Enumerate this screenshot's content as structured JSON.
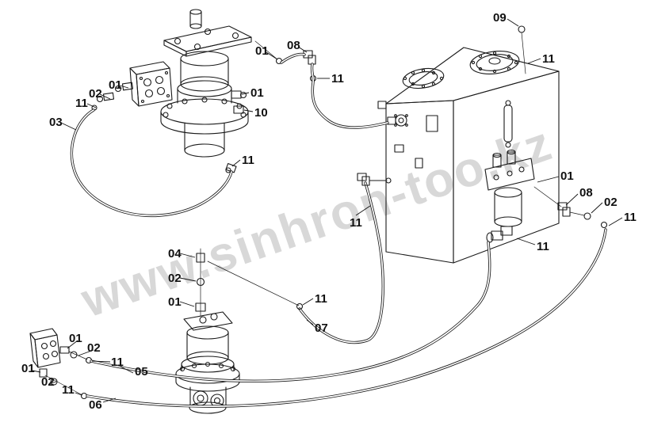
{
  "colors": {
    "background": "#ffffff",
    "line": "#1a1a1a",
    "watermark": "#b5b5b5",
    "label": "#111111"
  },
  "watermark": {
    "text": "www.sinhron-too.kz"
  },
  "callouts": [
    {
      "label": "01"
    },
    {
      "label": "02"
    },
    {
      "label": "11"
    },
    {
      "label": "03"
    },
    {
      "label": "01"
    },
    {
      "label": "08"
    },
    {
      "label": "11"
    },
    {
      "label": "01"
    },
    {
      "label": "10"
    },
    {
      "label": "11"
    },
    {
      "label": "09"
    },
    {
      "label": "11"
    },
    {
      "label": "01"
    },
    {
      "label": "08"
    },
    {
      "label": "02"
    },
    {
      "label": "11"
    },
    {
      "label": "11"
    },
    {
      "label": "11"
    },
    {
      "label": "04"
    },
    {
      "label": "02"
    },
    {
      "label": "01"
    },
    {
      "label": "11"
    },
    {
      "label": "07"
    },
    {
      "label": "01"
    },
    {
      "label": "02"
    },
    {
      "label": "11"
    },
    {
      "label": "01"
    },
    {
      "label": "02"
    },
    {
      "label": "11"
    },
    {
      "label": "05"
    },
    {
      "label": "06"
    }
  ]
}
